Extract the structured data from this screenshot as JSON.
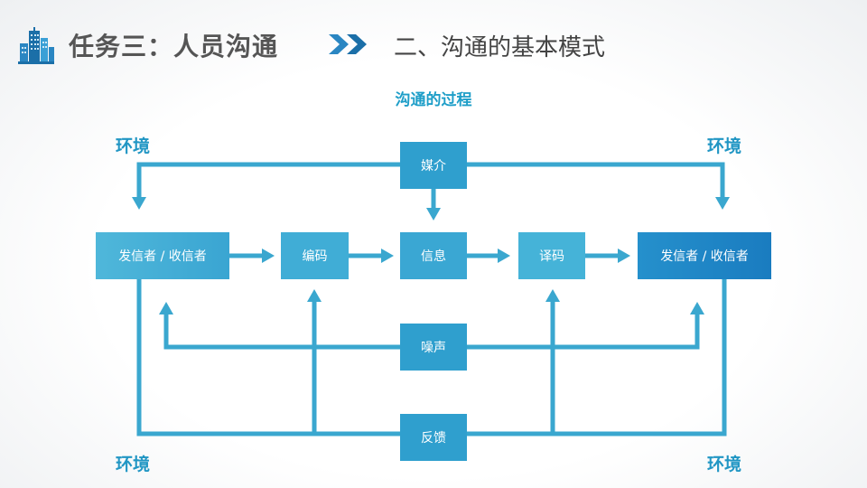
{
  "header": {
    "title": "任务三：人员沟通",
    "subtitle": "二、沟通的基本模式"
  },
  "diagram": {
    "title": "沟通的过程",
    "environment_labels": [
      "环境",
      "环境",
      "环境",
      "环境"
    ],
    "nodes": {
      "sender_left": "发信者 / 收信者",
      "encode": "编码",
      "message": "信息",
      "decode": "译码",
      "sender_right": "发信者 / 收信者",
      "medium": "媒介",
      "noise": "噪声",
      "feedback": "反馈"
    }
  },
  "colors": {
    "accent": "#2196c4",
    "line": "#3aa7cf",
    "box_light": "#45b3d8",
    "box_dark": "#1a7fc0"
  }
}
